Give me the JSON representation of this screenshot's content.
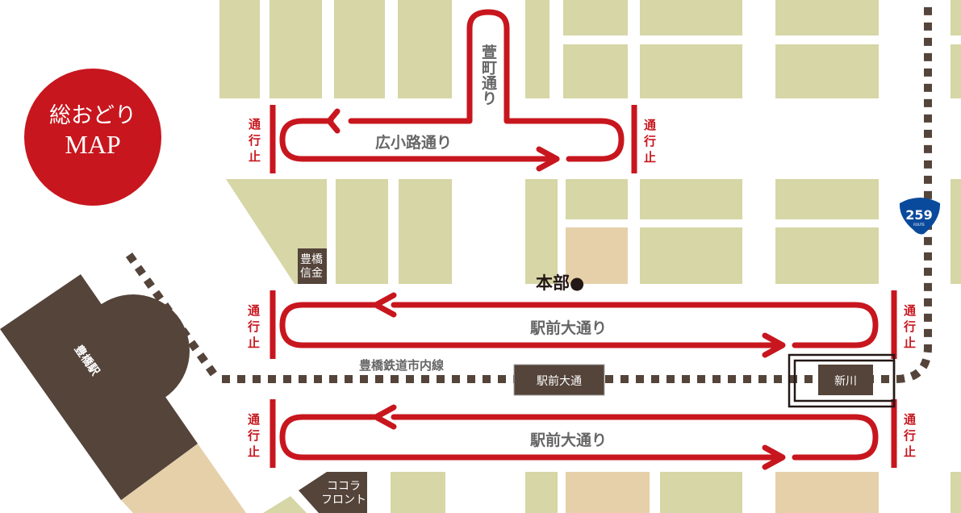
{
  "logo": {
    "line1": "総おどり",
    "line2": "MAP"
  },
  "roads": {
    "kayacho": "萱町通り",
    "hirokoji": "広小路通り",
    "ekimae_1": "駅前大通り",
    "ekimae_2": "駅前大通り"
  },
  "closures": {
    "label": "通行止",
    "chars": [
      "通",
      "行",
      "止"
    ]
  },
  "landmarks": {
    "honbu": "本部●",
    "shinkin_1": "豊橋",
    "shinkin_2": "信金",
    "cocola_1": "ココラ",
    "cocola_2": "フロント",
    "station": "豊橋駅"
  },
  "tram": {
    "line": "豊橋鉄道市内線",
    "stop_ekimae": "駅前大通",
    "stop_shinkawa": "新川"
  },
  "route_sign": {
    "number": "259",
    "sub": "ROUTE"
  },
  "colors": {
    "red": "#c8161e",
    "block": "#d6d6a6",
    "tan": "#e6d0aa",
    "brown": "#54443a",
    "route_blue": "#0a4a9c"
  }
}
